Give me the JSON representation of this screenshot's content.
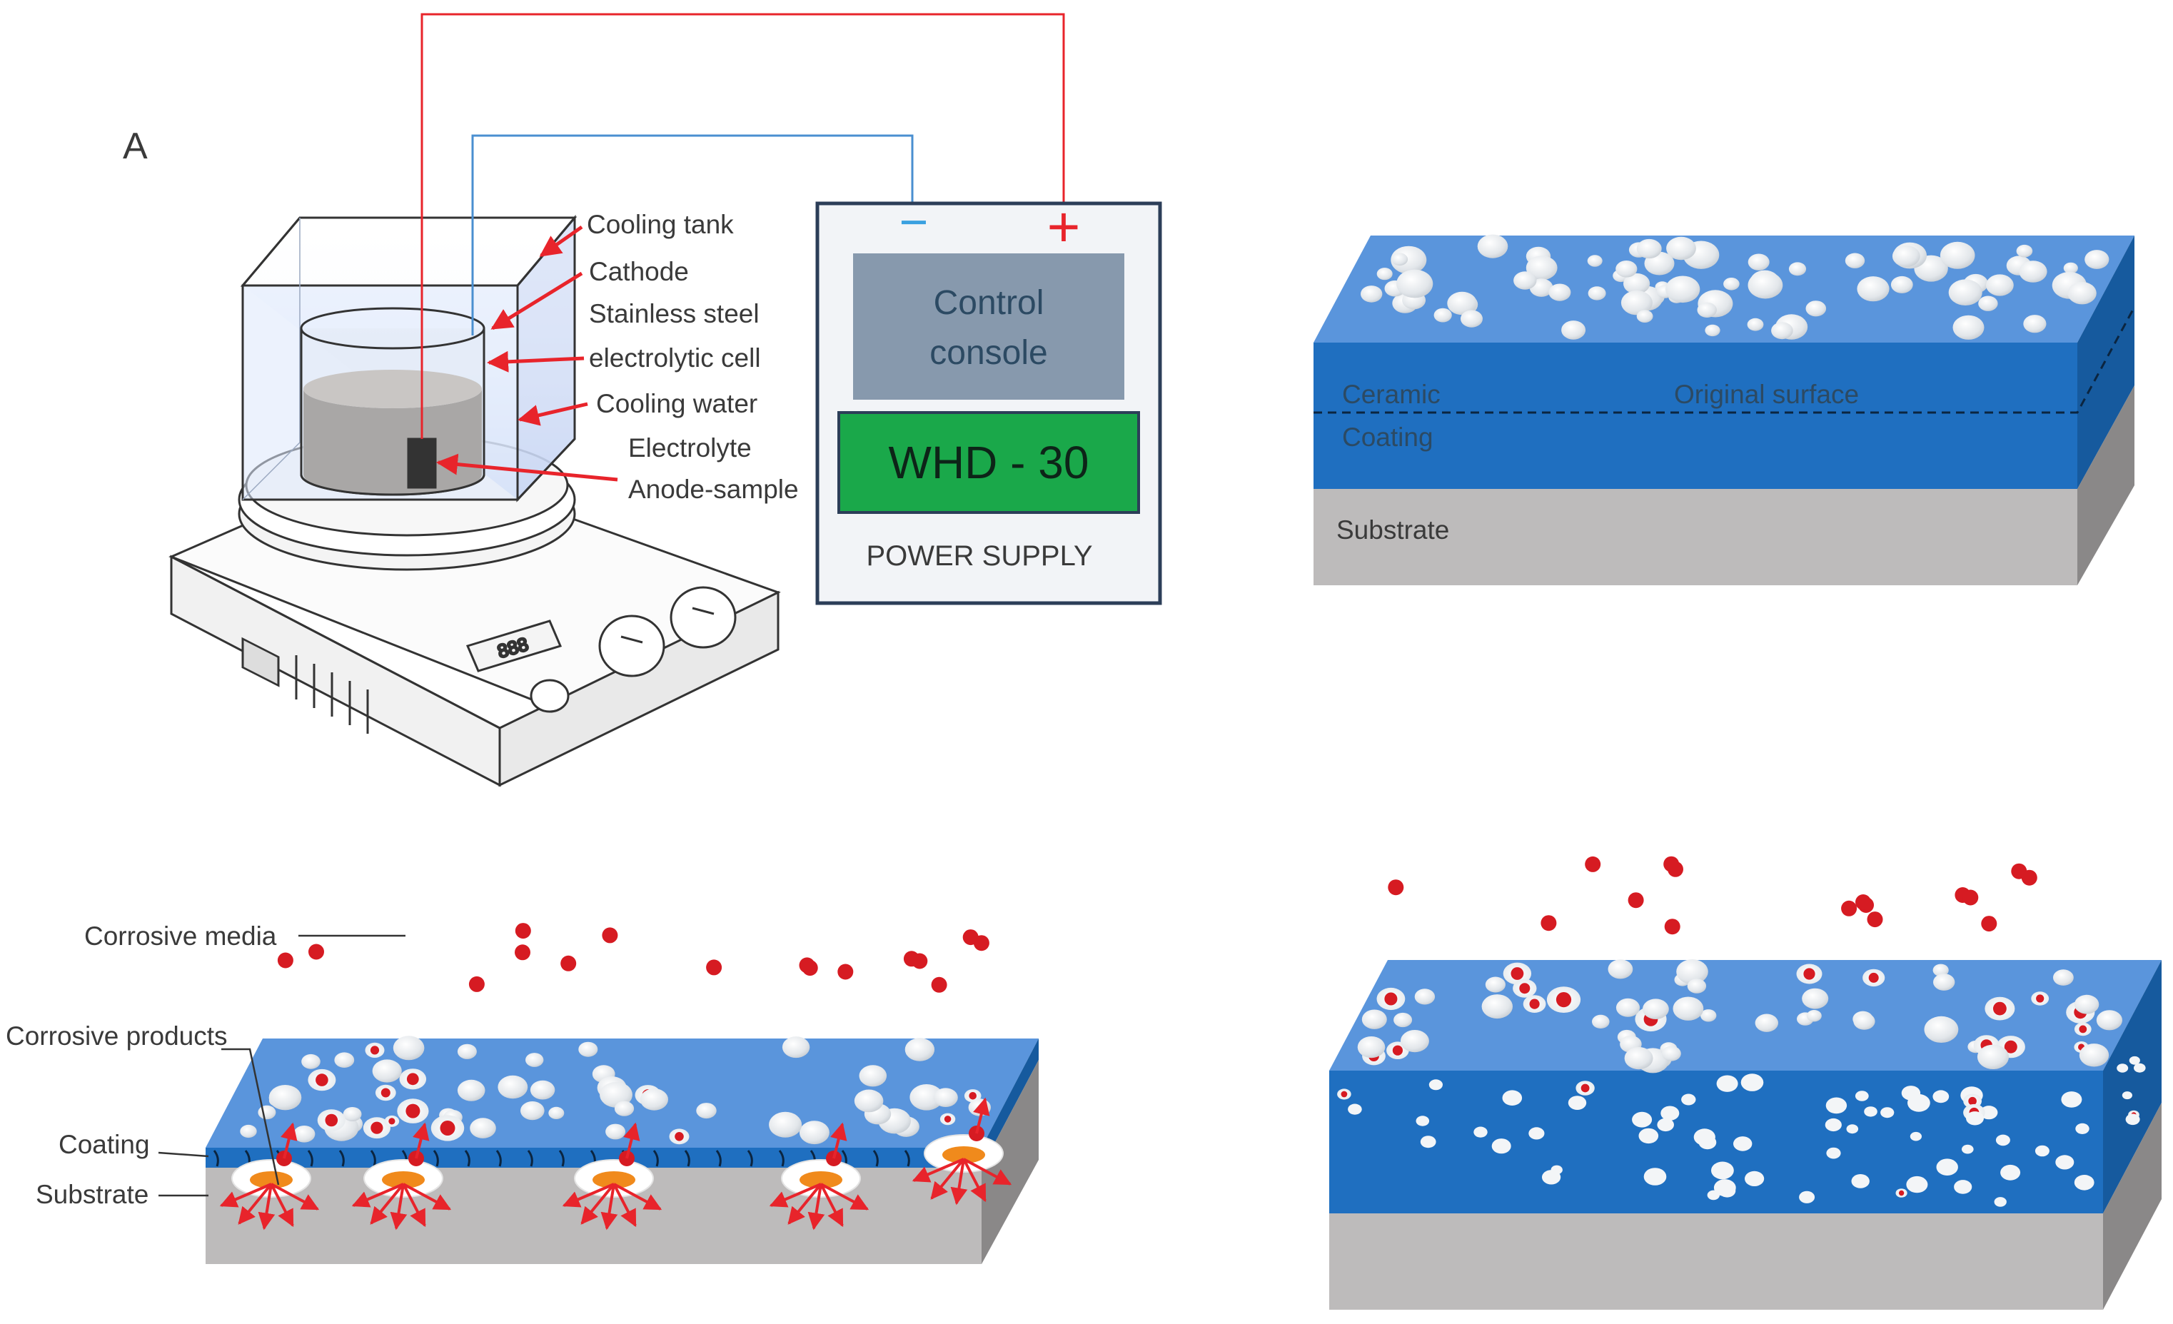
{
  "panel_a": {
    "letter": "A",
    "labels": {
      "cooling_tank": "Cooling tank",
      "cathode": "Cathode",
      "stainless_steel": "Stainless steel",
      "electrolytic_cell": "electrolytic cell",
      "cooling_water": "Cooling water",
      "electrolyte": "Electrolyte",
      "anode_sample": "Anode-sample"
    },
    "power_supply": {
      "minus": "−",
      "plus": "+",
      "console_line1": "Control",
      "console_line2": "console",
      "model": "WHD - 30",
      "caption": "POWER SUPPLY"
    },
    "heater_display": "888"
  },
  "panel_b": {
    "ceramic": "Ceramic",
    "original_surface": "Original surface",
    "coating": "Coating",
    "substrate": "Substrate"
  },
  "panel_c": {
    "corrosive_media": "Corrosive media",
    "corrosive_products": "Corrosive products",
    "coating": "Coating",
    "substrate": "Substrate"
  },
  "colors": {
    "coating_top": "#5a95dc",
    "coating_front": "#1f6fc0",
    "coating_side": "#165a9e",
    "substrate_front": "#bdbbbb",
    "substrate_side": "#8a8888",
    "red_wire": "#e8242b",
    "blue_wire": "#4a8fd0",
    "power_green": "#1aa84a",
    "console_gray": "#8799ad"
  }
}
